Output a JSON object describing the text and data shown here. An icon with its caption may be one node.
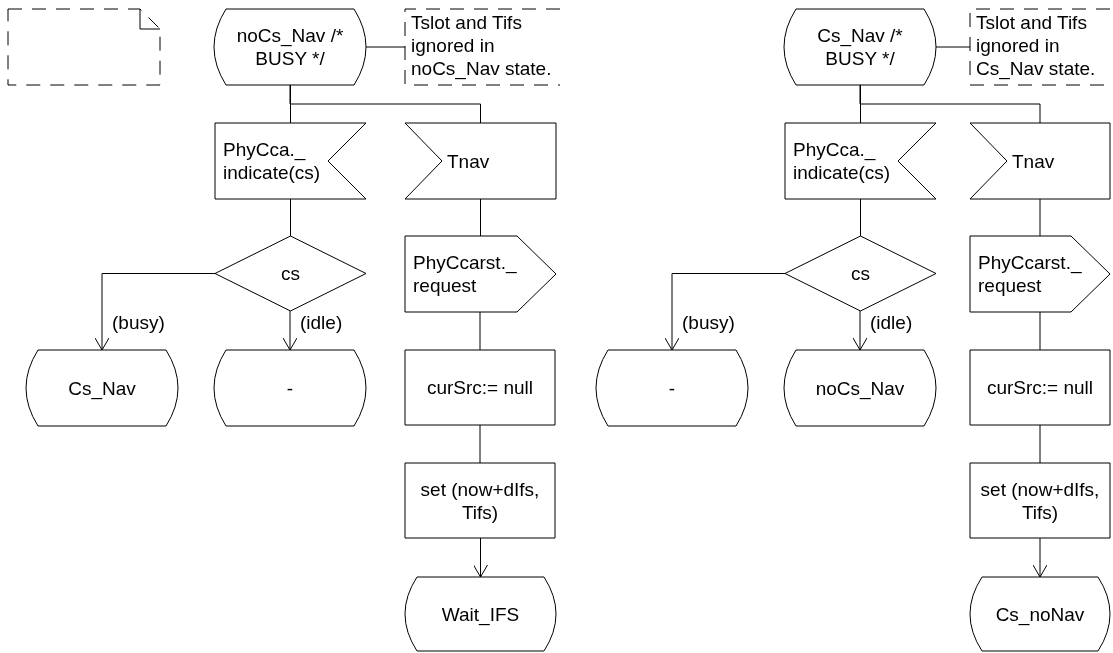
{
  "diagram": {
    "nodes": [
      {
        "text": [],
        "shape": "box"
      },
      {
        "text": [
          "noCs_Nav /* BUSY */"
        ]
      },
      {
        "text": [
          "Tslot and Tifs ignored in noCs_Nav state."
        ]
      },
      {
        "text": [
          "PhyCca._ indicate(cs)"
        ]
      },
      {
        "text": [
          "Tnav"
        ]
      },
      {
        "text": [
          "cs"
        ]
      },
      {
        "text": [
          "Cs_Nav"
        ]
      },
      {
        "text": [
          "-"
        ]
      },
      {
        "text": [
          "PhyCcarst._ request"
        ]
      },
      {
        "text": [
          "curSrc:= null"
        ]
      },
      {
        "text": [
          "set (now+dIfs, Tifs)"
        ]
      },
      {
        "text": [
          "Wait_IFS"
        ]
      },
      {
        "text": [
          "Cs_Nav /* BUSY */"
        ]
      },
      {
        "text": [
          "Tslot and Tifs ignored in Cs_Nav state."
        ]
      },
      {
        "text": [
          "PhyCca._ indicate(cs)"
        ]
      },
      {
        "text": [
          "Tnav"
        ]
      },
      {
        "text": [
          "cs"
        ]
      },
      {
        "text": [
          "-"
        ]
      },
      {
        "text": [
          "noCs_Nav"
        ]
      },
      {
        "text": [
          "PhyCcarst._ request"
        ]
      },
      {
        "text": [
          "curSrc:= null"
        ]
      },
      {
        "text": [
          "set (now+dIfs, Tifs)"
        ]
      },
      {
        "text": [
          "Cs_noNav"
        ]
      }
    ],
    "edges": [
      {
        "from": 1,
        "to": 2,
        "arrow": "none"
      },
      {
        "from": 1,
        "to": 3,
        "arrow": "none"
      },
      {
        "from": 1,
        "to": 4,
        "arrow": "none"
      },
      {
        "from": 3,
        "to": 5,
        "arrow": "none"
      },
      {
        "from": 5,
        "to": 6,
        "arrow": "to",
        "label": "(busy)"
      },
      {
        "from": 5,
        "to": 7,
        "arrow": "to",
        "label": "(idle)"
      },
      {
        "from": 4,
        "to": 8,
        "arrow": "none"
      },
      {
        "from": 8,
        "to": 9,
        "arrow": "none"
      },
      {
        "from": 9,
        "to": 10,
        "arrow": "none"
      },
      {
        "from": 10,
        "to": 11,
        "arrow": "to"
      },
      {
        "from": 12,
        "to": 13,
        "arrow": "none"
      },
      {
        "from": 12,
        "to": 14,
        "arrow": "none"
      },
      {
        "from": 12,
        "to": 15,
        "arrow": "none"
      },
      {
        "from": 14,
        "to": 16,
        "arrow": "none"
      },
      {
        "from": 16,
        "to": 17,
        "arrow": "to",
        "label": "(busy)"
      },
      {
        "from": 16,
        "to": 18,
        "arrow": "to",
        "label": "(idle)"
      },
      {
        "from": 15,
        "to": 19,
        "arrow": "none"
      },
      {
        "from": 19,
        "to": 20,
        "arrow": "none"
      },
      {
        "from": 20,
        "to": 21,
        "arrow": "none"
      },
      {
        "from": 21,
        "to": 22,
        "arrow": "to"
      }
    ]
  }
}
